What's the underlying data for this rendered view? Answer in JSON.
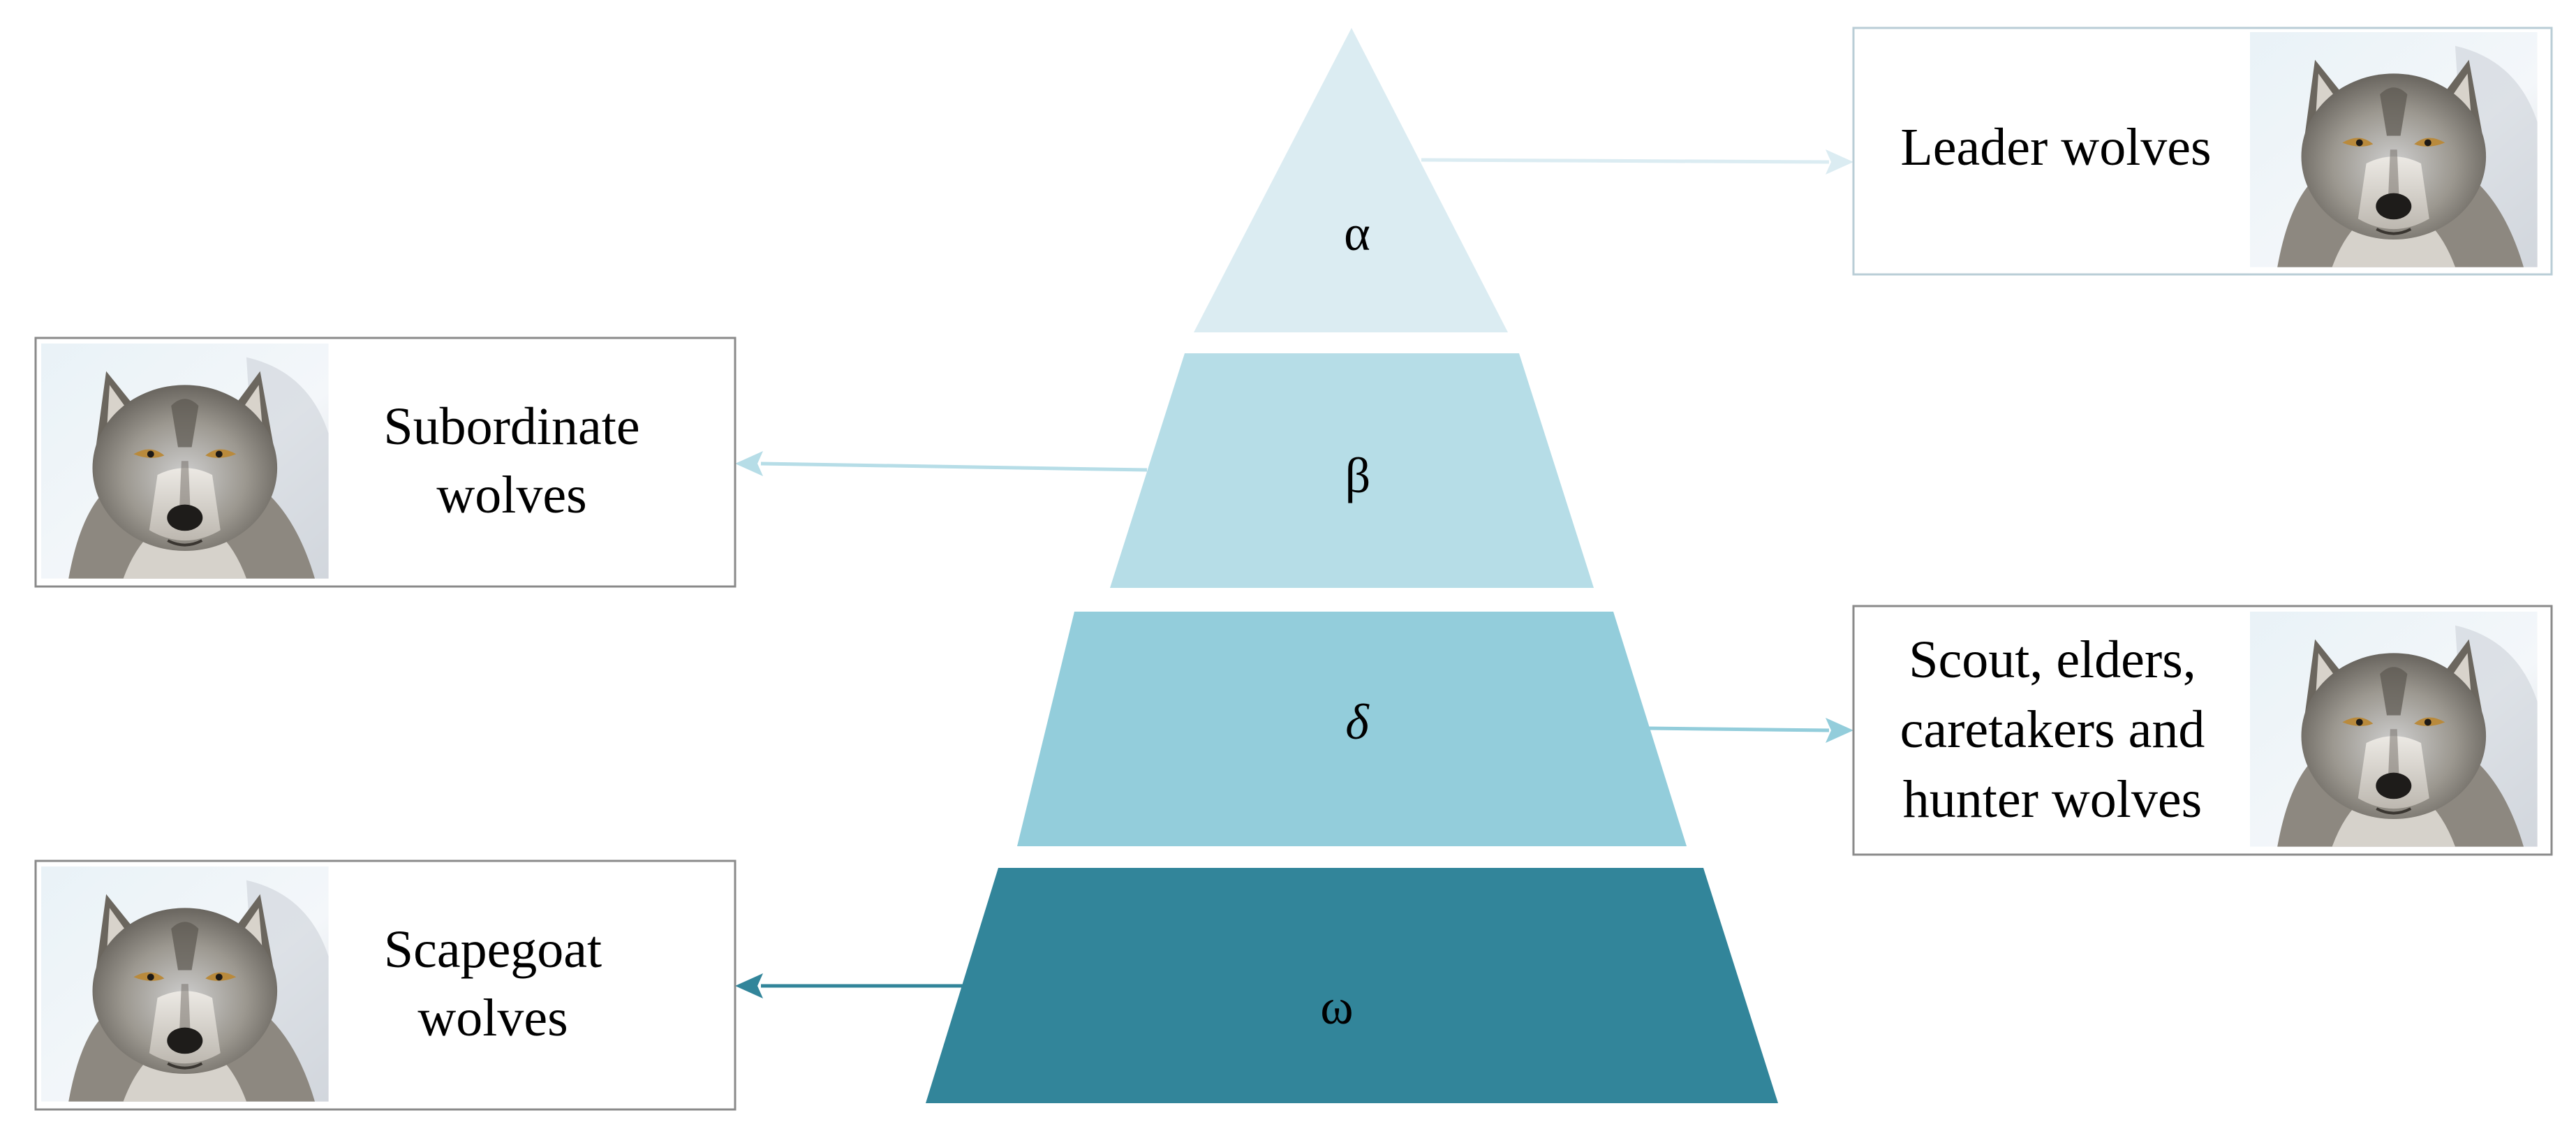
{
  "pyramid": {
    "tiers": [
      {
        "symbol": "α",
        "color": "#dbecf2"
      },
      {
        "symbol": "β",
        "color": "#b6dde7"
      },
      {
        "symbol": "δ",
        "color": "#93cddb"
      },
      {
        "symbol": "ω",
        "color": "#32859a"
      }
    ]
  },
  "boxes": {
    "leader": {
      "lines": [
        "Leader wolves"
      ],
      "arrow_color": "#dbecf2"
    },
    "subordinate": {
      "lines": [
        "Subordinate",
        "wolves"
      ],
      "arrow_color": "#b6dde7"
    },
    "scout": {
      "lines": [
        "Scout, elders,",
        "caretakers and",
        "hunter wolves"
      ],
      "arrow_color": "#93cddb"
    },
    "scapegoat": {
      "lines": [
        "Scapegoat",
        "wolves"
      ],
      "arrow_color": "#32859a"
    }
  },
  "colors": {
    "box_border": "#8a8a8a",
    "leader_box_border": "#b9cdd6"
  },
  "icons": {
    "wolf": "wolf-photo-icon"
  }
}
